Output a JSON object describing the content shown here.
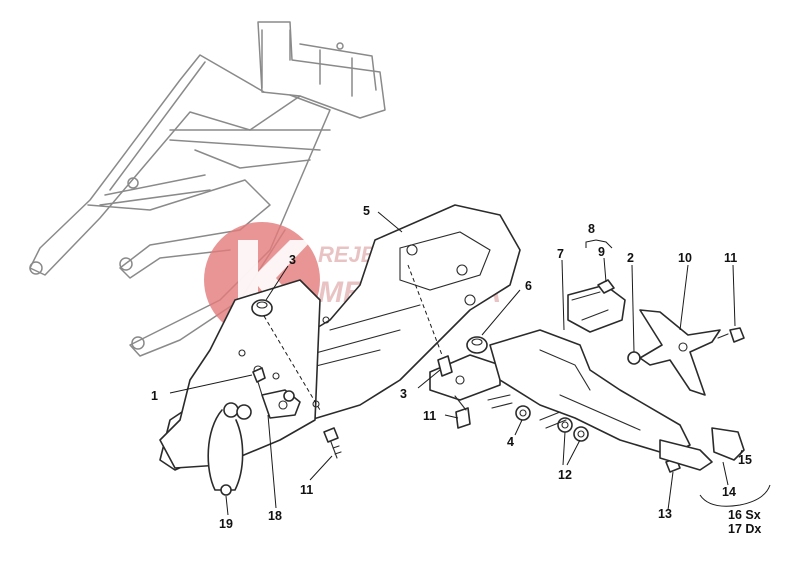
{
  "watermark": {
    "line1": "REJBICS",
    "line2": "MECCANICA",
    "logo_color": "#e37b7b"
  },
  "callouts": {
    "c1": "1",
    "c2": "2",
    "c3a": "3",
    "c3b": "3",
    "c4": "4",
    "c5": "5",
    "c6": "6",
    "c7": "7",
    "c8": "8",
    "c9": "9",
    "c10": "10",
    "c11a": "11",
    "c11b": "11",
    "c11c": "11",
    "c12": "12",
    "c13": "13",
    "c14": "14",
    "c15": "15",
    "c16": "16 Sx",
    "c17": "17 Dx",
    "c18": "18",
    "c19": "19"
  }
}
